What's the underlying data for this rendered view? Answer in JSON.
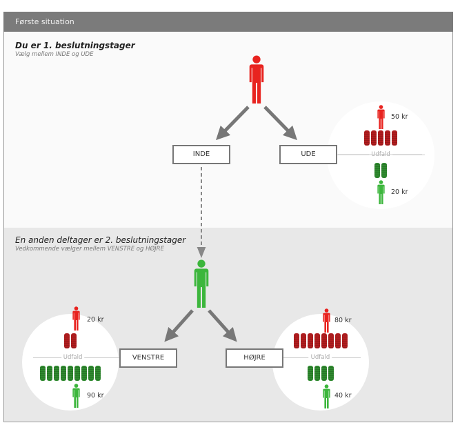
{
  "header": {
    "title": "Første situation"
  },
  "section1": {
    "title": "Du er 1. beslutningstager",
    "subtitle": "Vælg mellem INDE og UDE"
  },
  "section2": {
    "title": "En anden deltager er 2. beslutningstager",
    "subtitle": "Vedkommende vælger mellem VENSTRE og HØJRE"
  },
  "choices": {
    "inde": "INDE",
    "ude": "UDE",
    "venstre": "VENSTRE",
    "hojre": "HØJRE"
  },
  "outcome_label": "Udfald",
  "colors": {
    "red": "#e8231f",
    "green": "#3cb63c",
    "coin_red": "#b21d1f",
    "coin_green": "#2f8a2f"
  },
  "outcomes": {
    "ude": {
      "red_amount": "50 kr",
      "red_coins": 5,
      "green_amount": "20 kr",
      "green_coins": 2
    },
    "venstre": {
      "red_amount": "20 kr",
      "red_coins": 2,
      "green_amount": "90 kr",
      "green_coins": 9
    },
    "hojre": {
      "red_amount": "80 kr",
      "red_coins": 8,
      "green_amount": "40 kr",
      "green_coins": 4
    }
  }
}
